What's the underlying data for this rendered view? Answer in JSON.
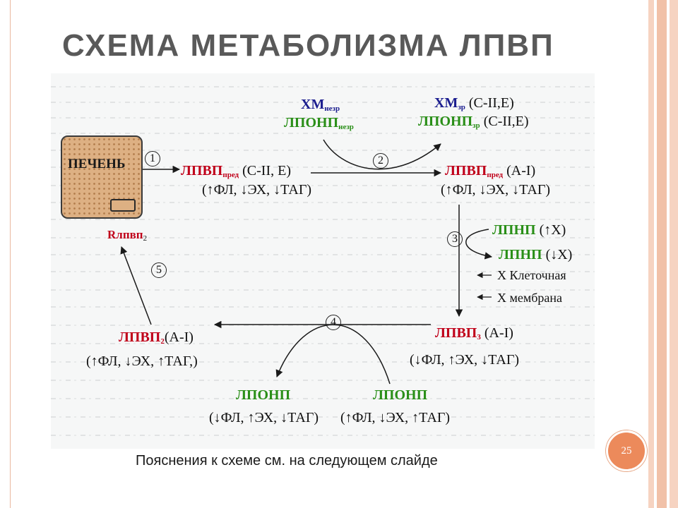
{
  "slide": {
    "title": "СХЕМА МЕТАБОЛИЗМА ЛПВП",
    "caption": "Пояснения к схеме см. на следующем слайде",
    "page_number": "25"
  },
  "colors": {
    "accent_orange": "#ec8a5b",
    "stripe_light": "#f6d3c1",
    "stripe_mid": "#f1c1a8",
    "title_gray": "#595959",
    "red_label": "#c0001a",
    "green_label": "#2a8f18",
    "blue_label": "#1b1d8f"
  },
  "diagram": {
    "liver": {
      "label": "ПЕЧЕНЬ"
    },
    "steps": [
      "1",
      "2",
      "3",
      "4",
      "5"
    ],
    "hm_immature": {
      "name": "ХМ",
      "sub": "незр"
    },
    "vldl_immature": {
      "name": "ЛПОНП",
      "sub": "незр"
    },
    "hm_mature": {
      "name": "ХМ",
      "sub": "зр",
      "rest": " (С-II,Е)"
    },
    "vldl_mature": {
      "name": "ЛПОНП",
      "sub": "зр",
      "rest": " (С-II,Е)"
    },
    "hdl_pre_1": {
      "name": "ЛПВП",
      "sub": "пред",
      "rest": "  (С-II, Е)",
      "line2": "(↑ФЛ, ↓ЭХ, ↓ТАГ)"
    },
    "hdl_pre_2": {
      "name": "ЛПВП",
      "sub": "пред",
      "rest": " (А-I)",
      "line2": "(↑ФЛ, ↓ЭХ, ↓ТАГ)"
    },
    "ldl_high": {
      "name": "ЛПНП",
      "rest": " (↑Х)"
    },
    "ldl_low": {
      "name": "ЛПНП",
      "rest": " (↓Х)"
    },
    "x_cell": "Х Клеточная",
    "x_membrane": "Х мембрана",
    "hdl3": {
      "name": "ЛПВП",
      "sub": "3",
      "rest": " (А-I)",
      "line2": "(↓ФЛ, ↑ЭХ, ↓ТАГ)"
    },
    "hdl2": {
      "name": "ЛПВП",
      "sub": "2",
      "rest": "(А-I)",
      "line2": "(↑ФЛ, ↓ЭХ, ↑ТАГ,)"
    },
    "vldl_left": {
      "name": "ЛПОНП",
      "line2": "(↓ФЛ, ↑ЭХ, ↓ТАГ)"
    },
    "vldl_right": {
      "name": "ЛПОНП",
      "line2": "(↑ФЛ, ↓ЭХ, ↑ТАГ)"
    },
    "receptor": {
      "name": "Rлпвп",
      "sub": "2"
    }
  }
}
